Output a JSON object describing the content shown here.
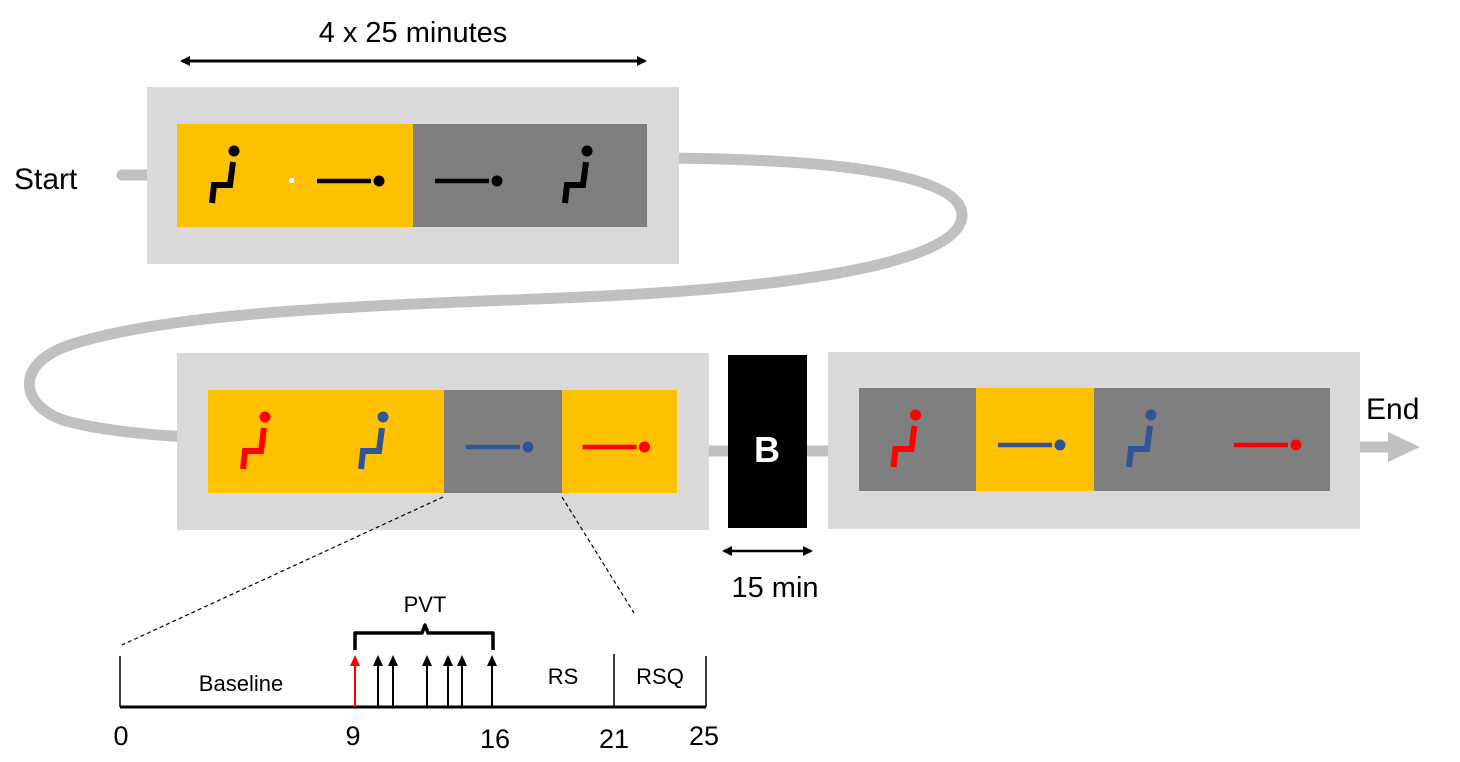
{
  "labels": {
    "duration": "4 x 25 minutes",
    "start": "Start",
    "end": "End",
    "break": "B",
    "break_duration": "15 min"
  },
  "colors": {
    "path": "#c0c0c0",
    "block_bg": "#d9d9d9",
    "yellow": "#ffc000",
    "gray": "#7f7f7f",
    "black": "#000000",
    "red": "#ff0000",
    "blue": "#2f5597"
  },
  "icons": [
    "sitting-posture-icon",
    "lying-posture-icon"
  ],
  "blocks": [
    {
      "name": "block-1",
      "segments": [
        {
          "bg": "yellow",
          "icon": "sitting-posture-icon",
          "color": "black"
        },
        {
          "bg": "yellow",
          "icon": "lying-posture-icon",
          "color": "black"
        },
        {
          "bg": "gray",
          "icon": "lying-posture-icon",
          "color": "black"
        },
        {
          "bg": "gray",
          "icon": "sitting-posture-icon",
          "color": "black"
        }
      ]
    },
    {
      "name": "block-2",
      "segments": [
        {
          "bg": "yellow",
          "icon": "sitting-posture-icon",
          "color": "red"
        },
        {
          "bg": "yellow",
          "icon": "sitting-posture-icon",
          "color": "blue"
        },
        {
          "bg": "gray",
          "icon": "lying-posture-icon",
          "color": "blue"
        },
        {
          "bg": "yellow",
          "icon": "lying-posture-icon",
          "color": "red"
        }
      ]
    },
    {
      "name": "block-3",
      "segments": [
        {
          "bg": "gray",
          "icon": "sitting-posture-icon",
          "color": "red"
        },
        {
          "bg": "yellow",
          "icon": "lying-posture-icon",
          "color": "blue"
        },
        {
          "bg": "gray",
          "icon": "sitting-posture-icon",
          "color": "blue"
        },
        {
          "bg": "gray",
          "icon": "lying-posture-icon",
          "color": "red"
        }
      ]
    }
  ],
  "timeline": {
    "ticks": [
      "0",
      "9",
      "16",
      "21",
      "25"
    ],
    "phases": {
      "baseline": "Baseline",
      "rs": "RS",
      "rsq": "RSQ"
    },
    "pvt_label": "PVT",
    "pvt_start_minute": 9,
    "pvt_end_minute": 16,
    "dividers_minutes": [
      21
    ],
    "arrow_colors": [
      "red",
      "black",
      "black",
      "black",
      "black",
      "black",
      "black"
    ]
  }
}
